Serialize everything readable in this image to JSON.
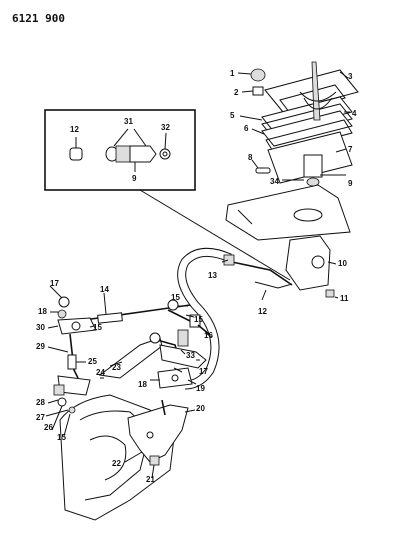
{
  "diagram_code": "6121 900",
  "callouts": {
    "c1": "1",
    "c2": "2",
    "c3": "3",
    "c4": "4",
    "c5": "5",
    "c6": "6",
    "c7": "7",
    "c8": "8",
    "c9": "9",
    "c9b": "9",
    "c10": "10",
    "c11": "11",
    "c12": "12",
    "c12b": "12",
    "c13": "13",
    "c14": "14",
    "c15a": "15",
    "c15b": "15",
    "c15c": "15",
    "c15d": "15",
    "c16": "16",
    "c17a": "17",
    "c17b": "17",
    "c18a": "18",
    "c18b": "18",
    "c19": "19",
    "c20": "20",
    "c21": "21",
    "c22": "22",
    "c23": "23",
    "c24": "24",
    "c25": "25",
    "c26": "26",
    "c27": "27",
    "c28": "28",
    "c29": "29",
    "c30": "30",
    "c31": "31",
    "c32": "32",
    "c33": "33",
    "c34": "34"
  }
}
